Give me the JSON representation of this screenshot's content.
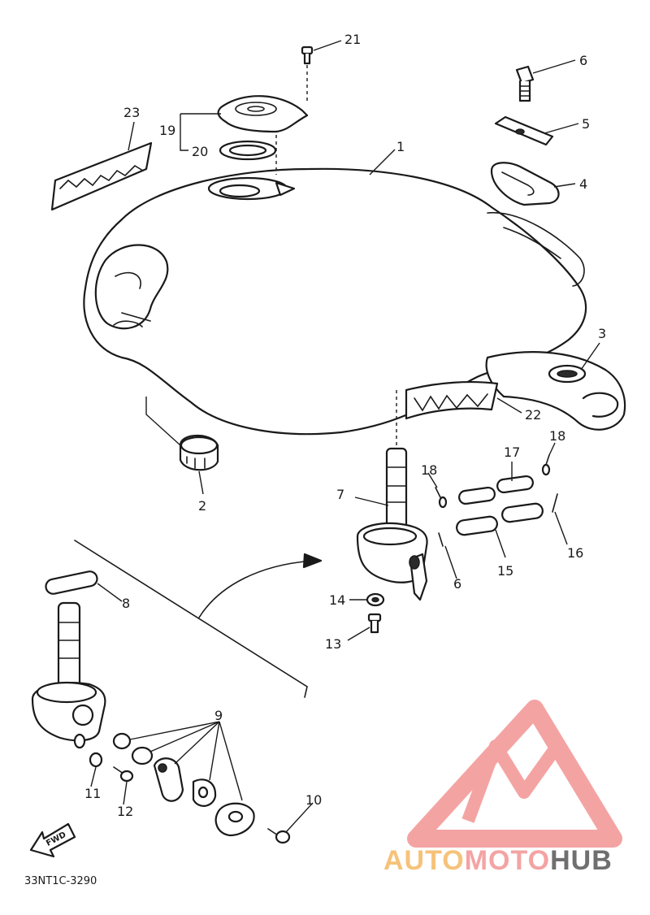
{
  "diagram": {
    "code": "33NT1C-3290",
    "fwd_label": "FWD",
    "callouts": [
      {
        "id": "c1",
        "text": "1"
      },
      {
        "id": "c2",
        "text": "2"
      },
      {
        "id": "c3",
        "text": "3"
      },
      {
        "id": "c4",
        "text": "4"
      },
      {
        "id": "c5",
        "text": "5"
      },
      {
        "id": "c6a",
        "text": "6"
      },
      {
        "id": "c6b",
        "text": "6"
      },
      {
        "id": "c7",
        "text": "7"
      },
      {
        "id": "c8",
        "text": "8"
      },
      {
        "id": "c9",
        "text": "9"
      },
      {
        "id": "c10",
        "text": "10"
      },
      {
        "id": "c11",
        "text": "11"
      },
      {
        "id": "c12",
        "text": "12"
      },
      {
        "id": "c13",
        "text": "13"
      },
      {
        "id": "c14",
        "text": "14"
      },
      {
        "id": "c15",
        "text": "15"
      },
      {
        "id": "c16",
        "text": "16"
      },
      {
        "id": "c17",
        "text": "17"
      },
      {
        "id": "c18a",
        "text": "18"
      },
      {
        "id": "c18b",
        "text": "18"
      },
      {
        "id": "c19",
        "text": "19"
      },
      {
        "id": "c20",
        "text": "20"
      },
      {
        "id": "c21",
        "text": "21"
      },
      {
        "id": "c22",
        "text": "22"
      },
      {
        "id": "c23",
        "text": "23"
      }
    ]
  },
  "watermark": {
    "part1": "AUTO",
    "part2": "MOTO",
    "part3": "HUB",
    "colors": {
      "auto": "#f6c27a",
      "moto": "#f4a3a3",
      "hub": "#6f6f6f",
      "logo": "#f4a3a3"
    }
  }
}
